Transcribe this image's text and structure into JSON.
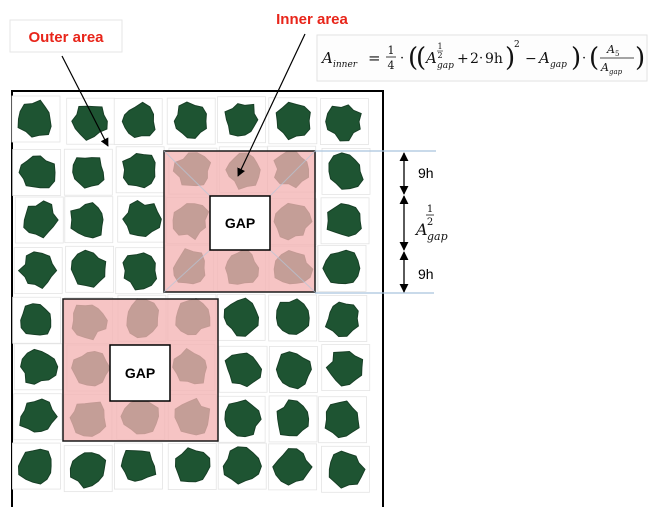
{
  "labels": {
    "outer_area": "Outer area",
    "inner_area": "Inner area",
    "gap_1": "GAP",
    "gap_2": "GAP",
    "dim_top": "9h",
    "dim_bottom": "9h"
  },
  "formula": {
    "lhs": "A",
    "lhs_sub": "inner",
    "equals": "=",
    "frac_num": "1",
    "frac_den": "4",
    "dot": "·",
    "term_A": "A",
    "exp_num": "1",
    "exp_den": "2",
    "sub_gap": "gap",
    "plus": "+",
    "two": "2",
    "nine_h": "9h",
    "squared": "2",
    "minus": "−",
    "A5": "A",
    "A5_sub": "5",
    "Agap": "A",
    "Agap_sub": "gap"
  },
  "dimension_middle": {
    "A": "A",
    "exp_num": "1",
    "exp_den": "2",
    "sub": "gap"
  },
  "colors": {
    "tree": "#1e5432",
    "tree_dark": "#173f26",
    "shaded": "#f4b3b3",
    "shaded_border": "#1a1a1a",
    "label": "#e8251a",
    "guide_line": "#a9c4dd"
  },
  "grid": {
    "rows": 8,
    "cols": 7
  }
}
